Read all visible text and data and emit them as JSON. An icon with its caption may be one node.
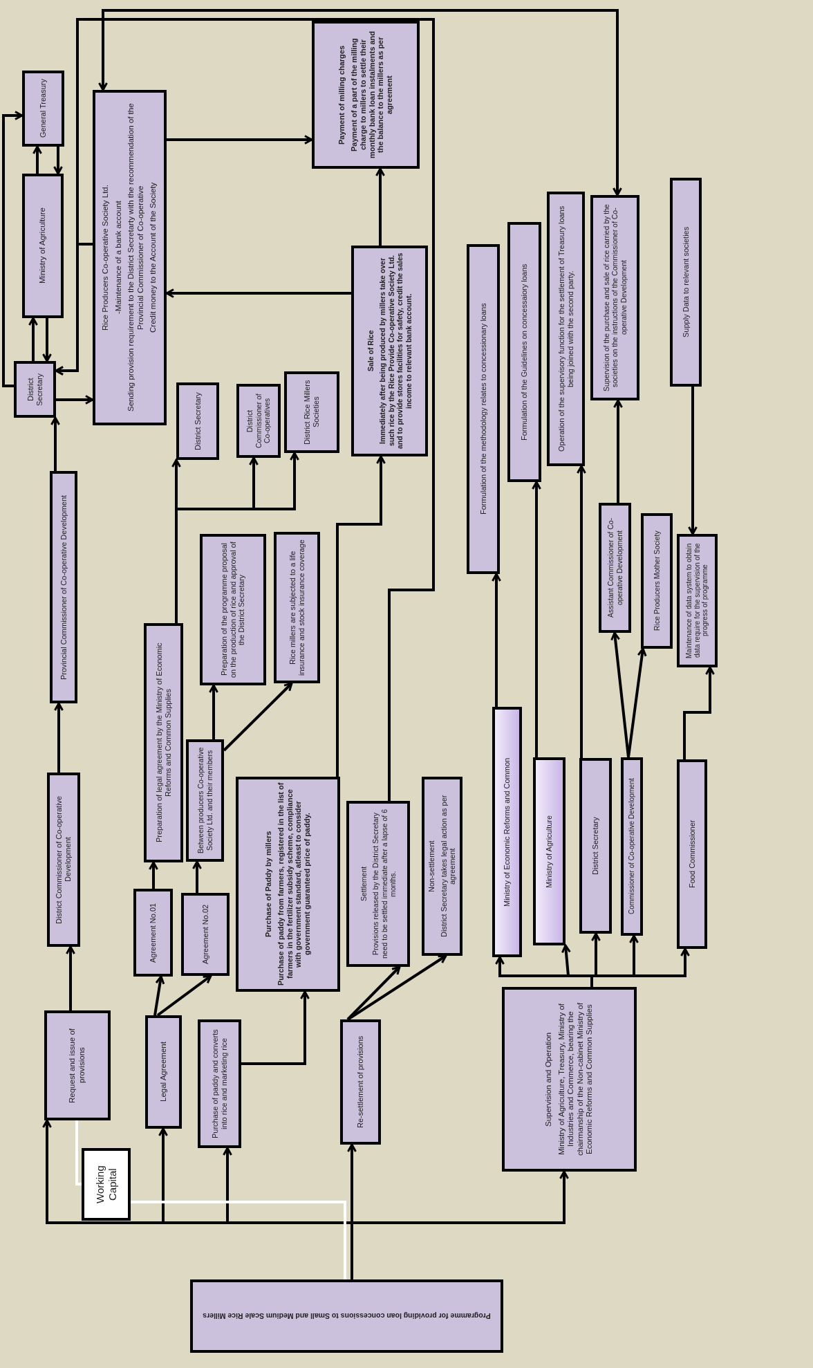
{
  "diagram": {
    "nodes": [
      {
        "text": [
          "General Treasury"
        ]
      },
      {
        "text": [
          "Ministry of Agriculture"
        ]
      },
      {
        "text": [
          "District Secretary"
        ]
      },
      {
        "text": [
          "Rice Producers Co-operative Society Ltd.",
          "-Maintenance of a bank account",
          "Sending provision requirement to the District Secretarty with the recommendation of the Provincial Commissioner of Co-operative",
          "Credit money to the Account of the Society"
        ]
      },
      {
        "text": [
          "Payment of milling charges",
          "Payment of a part of the milling charge to millers to settle their monthly bank loan instalments and the balance to the millers as per agreement"
        ]
      },
      {
        "text": [
          "Sale of Rice",
          "Immediately after being produced by millers take over such rice by the Rice Provide Co-operative Society Ltd. and to provide stores facilities for safety, credit the sales income to relevant bank account."
        ]
      },
      {
        "text": [
          "District Secretary"
        ]
      },
      {
        "text": [
          "District Commissioner of Co-operatives"
        ]
      },
      {
        "text": [
          "District Rice Millers Societies"
        ]
      },
      {
        "text": [
          "Provincial Commissioner of Co-operative Development"
        ]
      },
      {
        "text": [
          "District Commissioner of Co-operative Development"
        ]
      },
      {
        "text": [
          "Request and issue of provisions"
        ]
      },
      {
        "text": [
          "Working Capital"
        ]
      },
      {
        "text": [
          "Legal Agreement"
        ]
      },
      {
        "text": [
          "Agreement No.01"
        ]
      },
      {
        "text": [
          "Agreement No.02"
        ]
      },
      {
        "text": [
          "Preparation of legal agreement by the Ministry of Economic Reforms and Common Supplies"
        ]
      },
      {
        "text": [
          "Between producers Co-operative Society Ltd. and their members"
        ]
      },
      {
        "text": [
          "Preparation of the programme proposal on the production of rice and approval of the District Secretary"
        ]
      },
      {
        "text": [
          "Rice millers are subjected to a life insurance and stock insurance coverage"
        ]
      },
      {
        "text": [
          "Purchase of paddy and converts into rice and marketing rice"
        ]
      },
      {
        "text": [
          "Purchase of Paddy by millers",
          "Purchase of paddy from farmers, registered in the list of farmers in the fertilizer subsidy scheme, compliance with government standard, atleast to consider government guaranteed price of paddy."
        ]
      },
      {
        "text": [
          "Re-settlement of provisions"
        ]
      },
      {
        "text": [
          "Settlement",
          "Provisions released by the District Secretary need to be settled immediate after a lapse of 6 months."
        ]
      },
      {
        "text": [
          "Non-settlement",
          "District Secretary takes legal action as per agreement"
        ]
      },
      {
        "text": [
          "Supervision and Operation",
          "Ministry of Agriculture, Treasury, Ministry of Industries and Commerce, bearing the chairmanship of the Non-cabinet Ministry of Economic Reforms and Common Supplies"
        ]
      },
      {
        "text": [
          "Ministry of Economic Reforms and Common"
        ]
      },
      {
        "text": [
          "Ministry of Agriculture"
        ]
      },
      {
        "text": [
          "District Secretary"
        ]
      },
      {
        "text": [
          "Commissioner of Co-operative Development"
        ]
      },
      {
        "text": [
          "Food Commissioner"
        ]
      },
      {
        "text": [
          "Formulation of the methodology relates to concessionary loans"
        ]
      },
      {
        "text": [
          "Formulation of the Guidelines on concessaiory loans"
        ]
      },
      {
        "text": [
          "Operation of the supervisory function for the settlement of Treasury loans being joined with the second party."
        ]
      },
      {
        "text": [
          "Supervision of the purchase and sale of rice carried by the societies on the instructions of the Commissioner of Co-operative Development"
        ]
      },
      {
        "text": [
          "Assistant Commissioner of Co-operative Development"
        ]
      },
      {
        "text": [
          "Rice Producers Mother Society"
        ]
      },
      {
        "text": [
          "Maintenance of data system to obtain data require for the supervision of the progress of programme"
        ]
      },
      {
        "text": [
          "Supply Data to relevant societies"
        ]
      },
      {
        "text": [
          "Programme for providing loan concessions to Small and Medium Scale Rice Millers"
        ]
      }
    ],
    "edges": [
      {
        "from": 2,
        "to": 1,
        "arrow": "to"
      },
      {
        "from": 1,
        "to": 2,
        "arrow": "to"
      },
      {
        "from": 1,
        "to": 0,
        "arrow": "to"
      },
      {
        "from": 0,
        "to": 1,
        "arrow": "to"
      },
      {
        "from": 2,
        "to": 0,
        "arrow": "to"
      },
      {
        "from": 2,
        "to": 3,
        "arrow": "to"
      },
      {
        "from": 3,
        "to": 2,
        "arrow": "to"
      },
      {
        "from": 23,
        "to": 2,
        "arrow": "to"
      },
      {
        "from": 3,
        "to": 34,
        "arrow": "both"
      },
      {
        "from": 3,
        "to": 4,
        "arrow": "to"
      },
      {
        "from": 5,
        "to": 4,
        "arrow": "to"
      },
      {
        "from": 5,
        "to": 3,
        "arrow": "to"
      },
      {
        "from": 9,
        "to": 2,
        "arrow": "to"
      },
      {
        "from": 10,
        "to": 9,
        "arrow": "to"
      },
      {
        "from": 11,
        "to": 10,
        "arrow": "to"
      },
      {
        "from": 39,
        "to": 11,
        "arrow": "to"
      },
      {
        "from": 39,
        "to": 13,
        "arrow": "to"
      },
      {
        "from": 39,
        "to": 20,
        "arrow": "to"
      },
      {
        "from": 39,
        "to": 22,
        "arrow": "to"
      },
      {
        "from": 39,
        "to": 25,
        "arrow": "to"
      },
      {
        "from": 39,
        "to": 12,
        "arrow": "none",
        "color": "#ffffff"
      },
      {
        "from": 13,
        "to": 14,
        "arrow": "to"
      },
      {
        "from": 13,
        "to": 15,
        "arrow": "to"
      },
      {
        "from": 14,
        "to": 16,
        "arrow": "to"
      },
      {
        "from": 15,
        "to": 17,
        "arrow": "to"
      },
      {
        "from": 16,
        "to": 6,
        "arrow": "to"
      },
      {
        "from": 16,
        "to": 7,
        "arrow": "to"
      },
      {
        "from": 16,
        "to": 8,
        "arrow": "to"
      },
      {
        "from": 17,
        "to": 18,
        "arrow": "to"
      },
      {
        "from": 17,
        "to": 19,
        "arrow": "to"
      },
      {
        "from": 20,
        "to": 21,
        "arrow": "to"
      },
      {
        "from": 21,
        "to": 5,
        "arrow": "to"
      },
      {
        "from": 22,
        "to": 23,
        "arrow": "to"
      },
      {
        "from": 22,
        "to": 24,
        "arrow": "to"
      },
      {
        "from": 25,
        "to": 26,
        "arrow": "to"
      },
      {
        "from": 25,
        "to": 27,
        "arrow": "to"
      },
      {
        "from": 25,
        "to": 28,
        "arrow": "to"
      },
      {
        "from": 25,
        "to": 29,
        "arrow": "to"
      },
      {
        "from": 25,
        "to": 30,
        "arrow": "to"
      },
      {
        "from": 26,
        "to": 31,
        "arrow": "to"
      },
      {
        "from": 27,
        "to": 32,
        "arrow": "to"
      },
      {
        "from": 28,
        "to": 33,
        "arrow": "to"
      },
      {
        "from": 35,
        "to": 34,
        "arrow": "to"
      },
      {
        "from": 29,
        "to": 35,
        "arrow": "to"
      },
      {
        "from": 29,
        "to": 36,
        "arrow": "to"
      },
      {
        "from": 30,
        "to": 37,
        "arrow": "to"
      },
      {
        "from": 38,
        "to": 37,
        "arrow": "to"
      },
      {
        "from": 12,
        "to": 11,
        "arrow": "none",
        "color": "#ffffff"
      }
    ]
  }
}
